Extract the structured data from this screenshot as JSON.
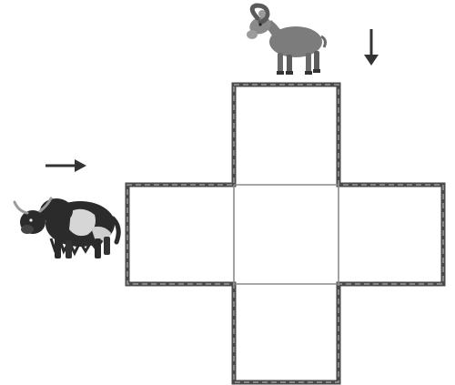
{
  "figure": {
    "animals": [
      {
        "name": "ram-icon"
      },
      {
        "name": "yak-icon"
      }
    ],
    "arrows": [
      {
        "name": "down-arrow-icon",
        "direction": "down"
      },
      {
        "name": "right-arrow-icon",
        "direction": "right"
      }
    ],
    "grid": {
      "shape": "cross",
      "cells": 5
    },
    "colors": {
      "outline_outer": "#4a4a4a",
      "outline_inner": "#8a8a8a",
      "ram_body": "#7c7c7c",
      "yak_dark": "#2b2b2b",
      "yak_light": "#d6d6d6",
      "arrow": "#333333"
    }
  }
}
